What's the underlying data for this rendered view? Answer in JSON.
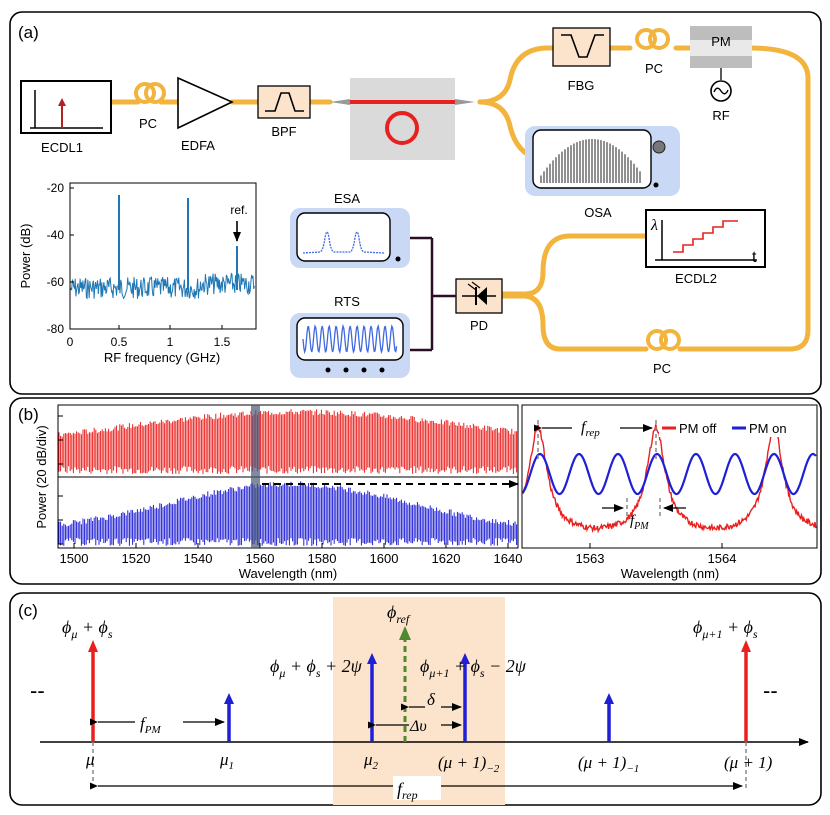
{
  "panels": {
    "a": {
      "label": "(a)",
      "components": {
        "ecdl1": "ECDL1",
        "pc1": "PC",
        "edfa": "EDFA",
        "bpf": "BPF",
        "fbg": "FBG",
        "pc2": "PC",
        "pm": "PM",
        "rf": "RF",
        "osa": "OSA",
        "esa": "ESA",
        "rts": "RTS",
        "pd": "PD",
        "ecdl2": "ECDL2",
        "pc3": "PC",
        "lambda": "λ",
        "t": "t"
      },
      "inset_chart": {
        "xlabel": "RF frequency (GHz)",
        "ylabel": "Power (dB)",
        "xticks": [
          "0",
          "0.5",
          "1",
          "1.5"
        ],
        "yticks": [
          "-20",
          "-40",
          "-60",
          "-80"
        ],
        "annotation": "ref."
      }
    },
    "b": {
      "label": "(b)",
      "left": {
        "ylabel": "Power (20 dB/div)",
        "xlabel": "Wavelength (nm)",
        "xticks": [
          "1500",
          "1520",
          "1540",
          "1560",
          "1580",
          "1600",
          "1620",
          "1640"
        ]
      },
      "right": {
        "xlabel": "Wavelength (nm)",
        "xticks": [
          "1563",
          "1564"
        ],
        "legend": [
          "PM off",
          "PM on"
        ],
        "frep": "f",
        "frep_sub": "rep",
        "fpm": "f",
        "fpm_sub": "PM"
      }
    },
    "c": {
      "label": "(c)",
      "phi_mu_left": "ϕμ + ϕs",
      "phi_ref": "ϕref",
      "phi_mid_left": "ϕμ + ϕs + 2ψ",
      "phi_mid_right": "ϕμ+1 + ϕs − 2ψ",
      "phi_mu1_right": "ϕμ+1 + ϕs",
      "dashes": "--",
      "f_pm": "fPM",
      "delta": "δ",
      "delta_nu": "Δυ",
      "f_rep": "frep",
      "ticks": [
        "μ",
        "μ1",
        "μ2",
        "(μ + 1)−2",
        "(μ + 1)−1",
        "(μ + 1)"
      ]
    }
  },
  "colors": {
    "fiber": "#F2B43C",
    "red": "#E8201E",
    "blue": "#1F1FD6",
    "green": "#4E8A2E",
    "orange_box": "#FCE3CC",
    "screen_bg": "#C9D8F5",
    "chart_blue": "#1F77B4"
  },
  "chart_data": [
    {
      "type": "line",
      "xlabel": "RF frequency (GHz)",
      "ylabel": "Power (dB)",
      "xlim": [
        0,
        1.8
      ],
      "ylim": [
        -80,
        -20
      ],
      "series": [
        {
          "x": [
            0.48,
            1.1,
            1.58
          ],
          "values": [
            -22,
            -24,
            -45
          ]
        }
      ],
      "annotation": "ref."
    },
    {
      "type": "line",
      "xlabel": "Wavelength (nm)",
      "ylabel": "Power (20 dB/div)",
      "xlim": [
        1500,
        1642
      ],
      "series": [
        {
          "name": "PM off"
        },
        {
          "name": "PM on"
        }
      ]
    },
    {
      "type": "line",
      "xlabel": "Wavelength (nm)",
      "xlim": [
        1562.55,
        1564.75
      ],
      "series": [
        {
          "name": "PM off"
        },
        {
          "name": "PM on"
        }
      ]
    }
  ]
}
